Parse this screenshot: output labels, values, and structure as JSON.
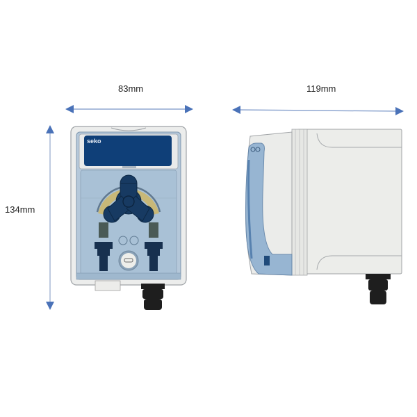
{
  "dimensions": {
    "width": {
      "label": "83mm"
    },
    "depth": {
      "label": "119mm"
    },
    "height": {
      "label": "134mm"
    }
  },
  "product": {
    "brand": "seko",
    "views": [
      "front-view",
      "side-view"
    ]
  },
  "colors": {
    "arrow": "#4a72b8",
    "arrow_line": "#a9b8d6",
    "housing": "#ecedec",
    "housing_edge": "#9ea2a6",
    "transparent_cover": "#a9c1d6",
    "display_panel": "#0f3f78",
    "rotor": "#173a62",
    "tube": "#c8b878",
    "cable_gland": "#1e1e1e"
  }
}
